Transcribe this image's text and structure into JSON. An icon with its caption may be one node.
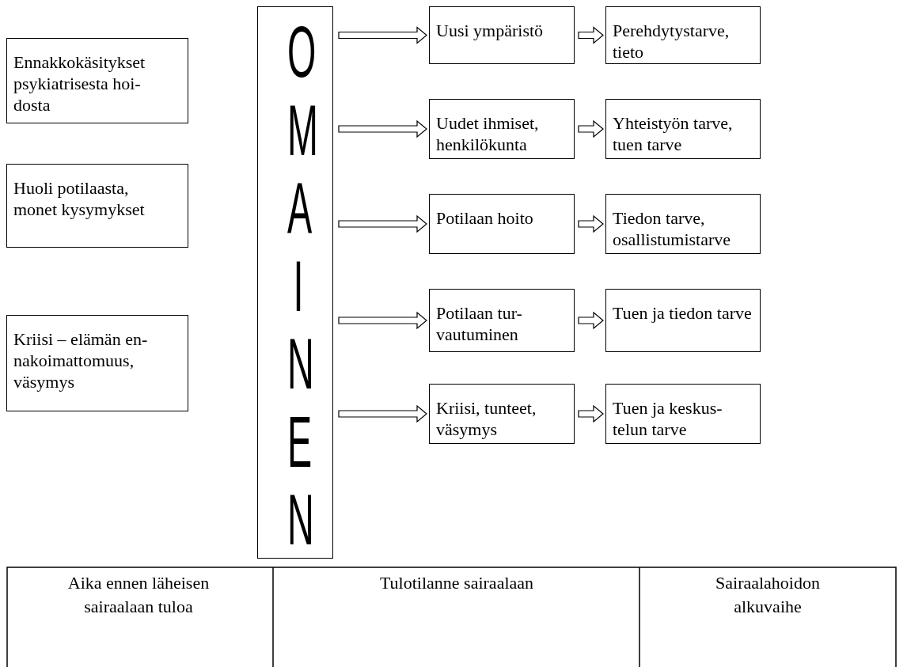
{
  "diagram": {
    "nodes": [
      {
        "text": [
          "Ennakkokäsitykset psykiatrisesta hoi- dosta"
        ]
      },
      {
        "text": [
          "Huoli potilaasta, monet kysymykset"
        ]
      },
      {
        "text": [
          "Kriisi – elämän en- nakoimattomuus, väsymys"
        ]
      },
      {
        "text": [
          "OMAINEN"
        ]
      },
      {
        "text": [
          "Uusi ympäristö"
        ]
      },
      {
        "text": [
          "Perehdytystarve, tieto"
        ]
      },
      {
        "text": [
          "Uudet ihmiset, henkilökunta"
        ]
      },
      {
        "text": [
          "Yhteistyön tarve, tuen tarve"
        ]
      },
      {
        "text": [
          "Potilaan hoito"
        ]
      },
      {
        "text": [
          "Tiedon tarve, osallistumistarve"
        ]
      },
      {
        "text": [
          "Potilaan tur- vautuminen"
        ]
      },
      {
        "text": [
          "Tuen ja tiedon tarve"
        ]
      },
      {
        "text": [
          "Kriisi, tunteet, väsymys"
        ]
      },
      {
        "text": [
          "Tuen ja keskus- telun tarve"
        ]
      }
    ],
    "edges": [
      {
        "from": 3,
        "to": 4,
        "arrow": "to"
      },
      {
        "from": 4,
        "to": 5,
        "arrow": "to"
      },
      {
        "from": 3,
        "to": 6,
        "arrow": "to"
      },
      {
        "from": 6,
        "to": 7,
        "arrow": "to"
      },
      {
        "from": 3,
        "to": 8,
        "arrow": "to"
      },
      {
        "from": 8,
        "to": 9,
        "arrow": "to"
      },
      {
        "from": 3,
        "to": 10,
        "arrow": "to"
      },
      {
        "from": 10,
        "to": 11,
        "arrow": "to"
      },
      {
        "from": 3,
        "to": 12,
        "arrow": "to"
      },
      {
        "from": 12,
        "to": 13,
        "arrow": "to"
      }
    ],
    "labels": [
      "Aika ennen läheisen sairaalaan tuloa",
      "Tulotilanne sairaalaan",
      "Sairaalahoidon alkuvaihe"
    ]
  }
}
